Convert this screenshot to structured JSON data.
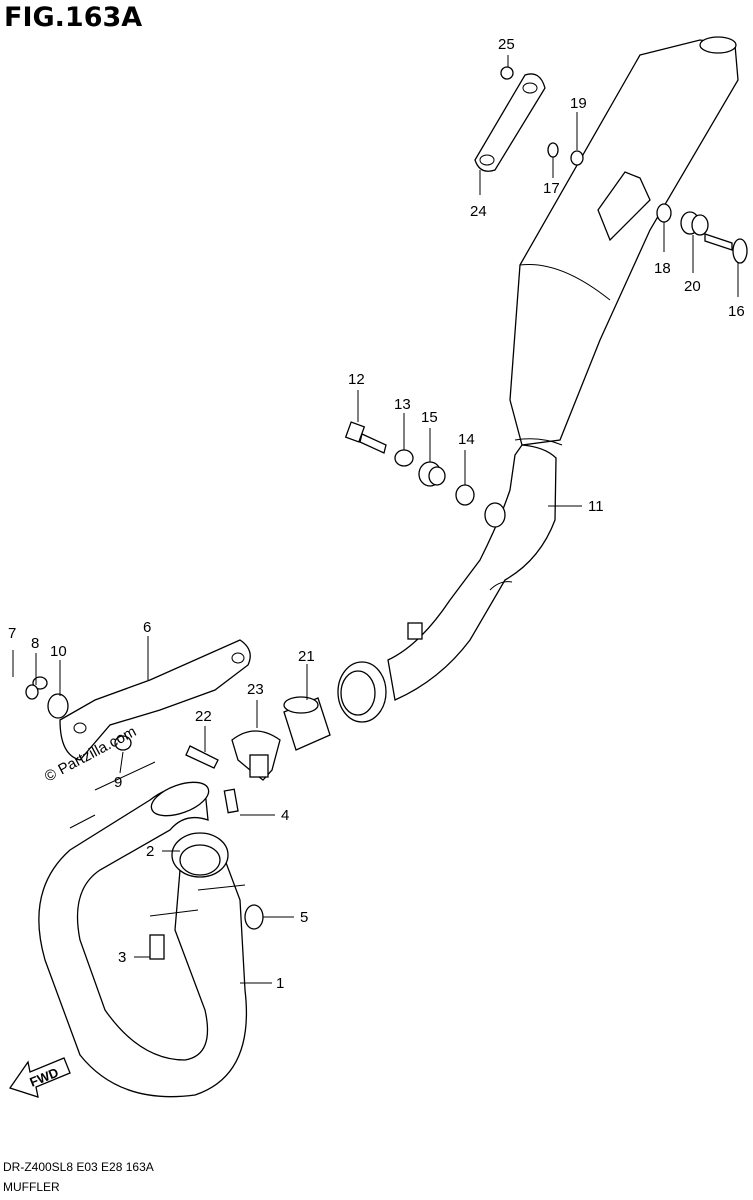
{
  "figure_title": "FIG.163A",
  "watermark": "© Partzilla.com",
  "fwd_label": "FWD",
  "model_code": "DR-Z400SL8  E03  E28  163A",
  "assembly_name": "MUFFLER",
  "callouts": [
    {
      "id": "c1",
      "number": "1"
    },
    {
      "id": "c2",
      "number": "2"
    },
    {
      "id": "c3",
      "number": "3"
    },
    {
      "id": "c4",
      "number": "4"
    },
    {
      "id": "c5",
      "number": "5"
    },
    {
      "id": "c6",
      "number": "6"
    },
    {
      "id": "c7",
      "number": "7"
    },
    {
      "id": "c8",
      "number": "8"
    },
    {
      "id": "c9",
      "number": "9"
    },
    {
      "id": "c10",
      "number": "10"
    },
    {
      "id": "c11",
      "number": "11"
    },
    {
      "id": "c12",
      "number": "12"
    },
    {
      "id": "c13",
      "number": "13"
    },
    {
      "id": "c14",
      "number": "14"
    },
    {
      "id": "c15",
      "number": "15"
    },
    {
      "id": "c16",
      "number": "16"
    },
    {
      "id": "c17",
      "number": "17"
    },
    {
      "id": "c18",
      "number": "18"
    },
    {
      "id": "c19",
      "number": "19"
    },
    {
      "id": "c20",
      "number": "20"
    },
    {
      "id": "c21",
      "number": "21"
    },
    {
      "id": "c22",
      "number": "22"
    },
    {
      "id": "c23",
      "number": "23"
    },
    {
      "id": "c24",
      "number": "24"
    },
    {
      "id": "c25",
      "number": "25"
    }
  ]
}
